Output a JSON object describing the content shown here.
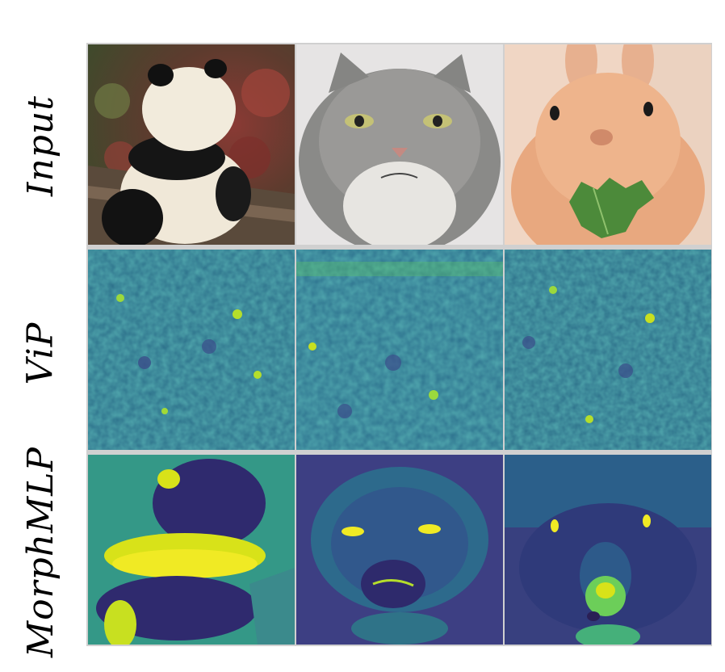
{
  "rows": [
    {
      "label": "Input"
    },
    {
      "label": "ViP"
    },
    {
      "label": "MorphMLP"
    }
  ],
  "images": [
    [
      "panda-photo",
      "cat-photo",
      "rabbit-photo"
    ],
    [
      "panda-vip-heatmap",
      "cat-vip-heatmap",
      "rabbit-vip-heatmap"
    ],
    [
      "panda-morphmlp-heatmap",
      "cat-morphmlp-heatmap",
      "rabbit-morphmlp-heatmap"
    ]
  ],
  "colormap": {
    "low": "#3b0f70",
    "mid": "#21918c",
    "high": "#fde725"
  }
}
